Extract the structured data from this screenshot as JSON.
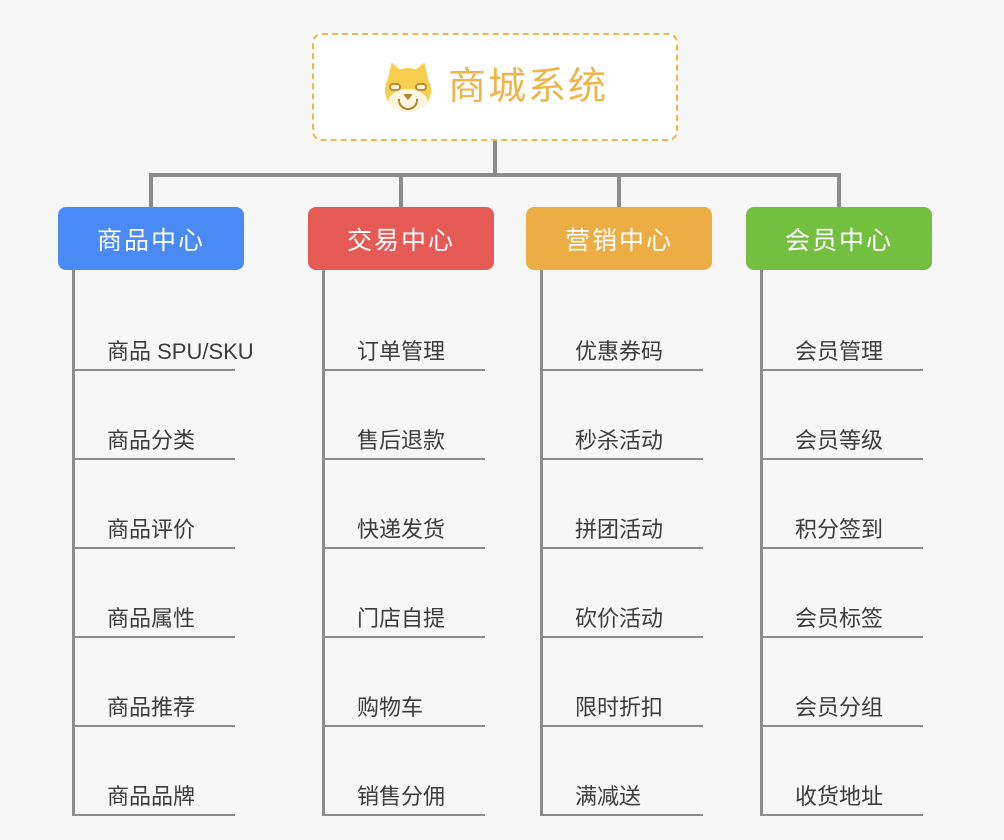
{
  "page": {
    "background_color": "#f7f7f7",
    "connector_color": "#8c8c8c",
    "text_color": "#3c3c3c"
  },
  "root": {
    "title": "商城系统",
    "icon": "shiba-inu-dog-face-emoji",
    "border_color": "#eab84b",
    "title_color": "#edb64b",
    "background_color": "#ffffff"
  },
  "columns": [
    {
      "label": "商品中心",
      "color": "#4a8af4",
      "items": [
        {
          "label": "商品 SPU/SKU"
        },
        {
          "label": "商品分类"
        },
        {
          "label": "商品评价"
        },
        {
          "label": "商品属性"
        },
        {
          "label": "商品推荐"
        },
        {
          "label": "商品品牌"
        }
      ]
    },
    {
      "label": "交易中心",
      "color": "#e55a55",
      "items": [
        {
          "label": "订单管理"
        },
        {
          "label": "售后退款"
        },
        {
          "label": "快递发货"
        },
        {
          "label": "门店自提"
        },
        {
          "label": "购物车"
        },
        {
          "label": "销售分佣"
        }
      ]
    },
    {
      "label": "营销中心",
      "color": "#edad45",
      "items": [
        {
          "label": "优惠券码"
        },
        {
          "label": "秒杀活动"
        },
        {
          "label": "拼团活动"
        },
        {
          "label": "砍价活动"
        },
        {
          "label": "限时折扣"
        },
        {
          "label": "满减送"
        }
      ]
    },
    {
      "label": "会员中心",
      "color": "#73c041",
      "items": [
        {
          "label": "会员管理"
        },
        {
          "label": "会员等级"
        },
        {
          "label": "积分签到"
        },
        {
          "label": "会员标签"
        },
        {
          "label": "会员分组"
        },
        {
          "label": "收货地址"
        }
      ]
    }
  ]
}
